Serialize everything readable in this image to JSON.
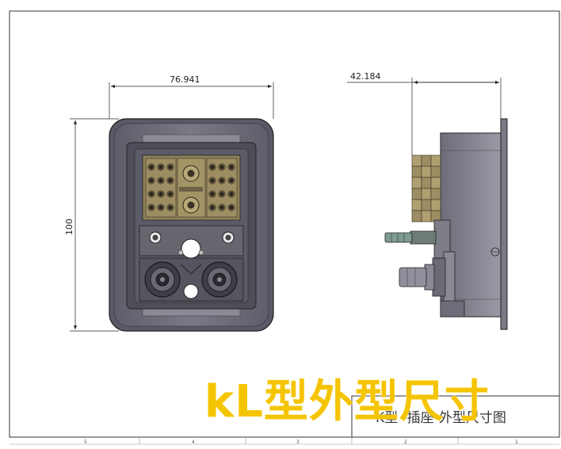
{
  "dimensions": {
    "front_width": "76.941",
    "front_height": "100",
    "side_depth": "42.184"
  },
  "title_block": {
    "title": "K型 -插座-外型尺寸图"
  },
  "zone_labels": [
    "5",
    "4",
    "3",
    "2",
    "1"
  ],
  "overlay": {
    "caption": "kL型外型尺寸"
  },
  "colors": {
    "housing": "#6e6e7a",
    "housing_dark": "#4a4a55",
    "pin_block": "#8a7a52",
    "pin_dark": "#3a3224",
    "caption": "#f5c400",
    "fitting": "#7f9a92"
  }
}
